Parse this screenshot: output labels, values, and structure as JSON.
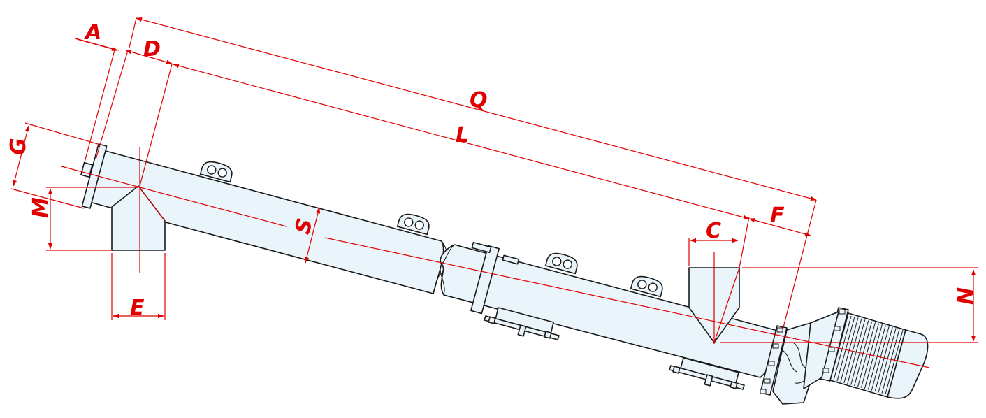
{
  "colors": {
    "dimension": "#e10000",
    "body_fill": "#eaf4fb",
    "outline": "#1a1a1a"
  },
  "dimensions": {
    "A": "A",
    "D": "D",
    "Q": "Q",
    "L": "L",
    "G": "G",
    "M": "M",
    "S": "S",
    "E": "E",
    "C": "C",
    "F": "F",
    "N": "N"
  },
  "components": {
    "inlet_hopper": "inlet-hopper",
    "outlet_spout": "outlet-spout",
    "drive": "gear-motor-icon",
    "supports": "mounting-foot-icon"
  }
}
